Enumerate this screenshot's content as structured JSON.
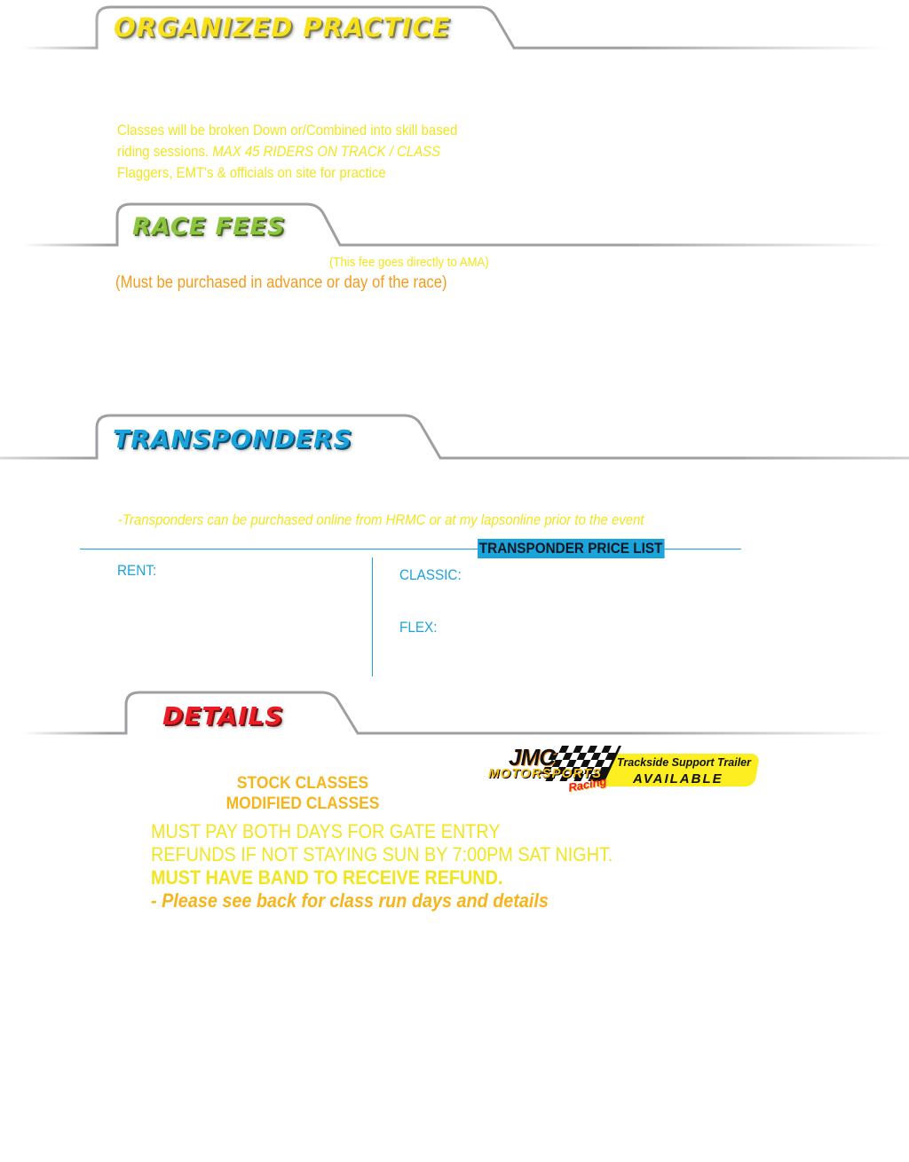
{
  "sections": {
    "practice": {
      "title": "ORGANIZED  PRACTICE"
    },
    "race_fees": {
      "title": "RACE FEES"
    },
    "transponders": {
      "title": "TRANSPONDERS"
    },
    "details": {
      "title": "DETAILS"
    }
  },
  "practice": {
    "line1": "Classes will be broken Down or/Combined into skill based",
    "line2_start": "riding sessions.  ",
    "line2_emph": "MAX 45 RIDERS ON TRACK / CLASS",
    "line3": "Flaggers, EMT's & officials on site for practice"
  },
  "race_fees": {
    "ama_note": "(This fee goes directly to AMA)",
    "advance_note": "(Must be purchased in advance or day of the race)"
  },
  "transponders": {
    "purchase_note": "-Transponders can be purchased online from HRMC or at my lapsonline prior to the event",
    "price_list_title": "TRANSPONDER PRICE LIST",
    "rent_label": "RENT:",
    "classic_label": "CLASSIC:",
    "flex_label": "FLEX:"
  },
  "details": {
    "stock_classes": "STOCK CLASSES",
    "modified_classes": "MODIFIED CLASSES",
    "line1": "MUST PAY BOTH DAYS FOR GATE ENTRY",
    "line2": "REFUNDS IF NOT STAYING SUN BY 7:00PM SAT NIGHT.",
    "line3": "MUST HAVE BAND TO RECEIVE REFUND.",
    "line4": "- Please see back for class run days and details"
  },
  "sponsor": {
    "logo_name": "JMC",
    "logo_sub": "MOTORSPORTS",
    "logo_script": "Racing",
    "banner_line1": "Trackside Support Trailer",
    "banner_line2": "AVAILABLE"
  },
  "colors": {
    "practice_title": "#f7e11b",
    "race_fees_title": "#8cc63f",
    "transponders_title": "#1ba3dc",
    "details_title": "#ec1c24",
    "body_yellow": "#f2e51f",
    "orange": "#f59b1c",
    "blue": "#1ba3dc",
    "divider_gray": "#a7a9ac"
  }
}
